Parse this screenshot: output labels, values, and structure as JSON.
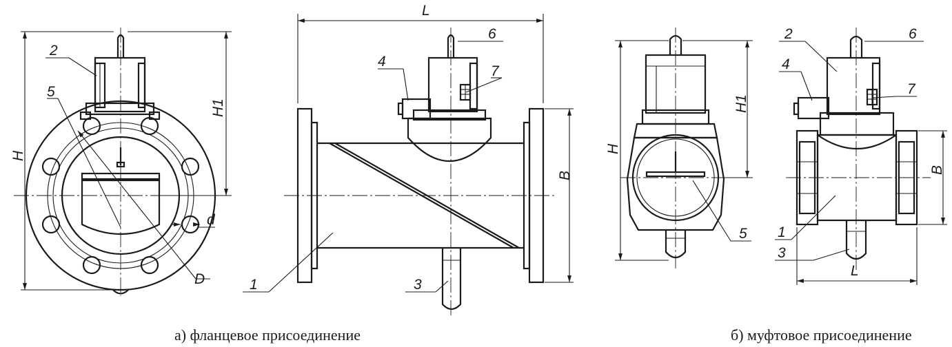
{
  "captions": {
    "flanged": "а) фланцевое присоединение",
    "coupling": "б) муфтовое присоединение"
  },
  "flanged_view": {
    "dims": {
      "L": "L",
      "H": "H",
      "H1": "H1",
      "B": "B",
      "D": "D",
      "d": "d"
    },
    "callouts": {
      "n1": "1",
      "n2": "2",
      "n3": "3",
      "n4": "4",
      "n5": "5",
      "n6": "6",
      "n7": "7"
    }
  },
  "coupling_view": {
    "dims": {
      "L": "L",
      "H": "H",
      "H1": "H1",
      "B": "B"
    },
    "callouts": {
      "n1": "1",
      "n2": "2",
      "n3": "3",
      "n4": "4",
      "n5": "5",
      "n6": "6",
      "n7": "7"
    }
  },
  "colors": {
    "line": "#1a1a1a",
    "background": "#ffffff"
  }
}
